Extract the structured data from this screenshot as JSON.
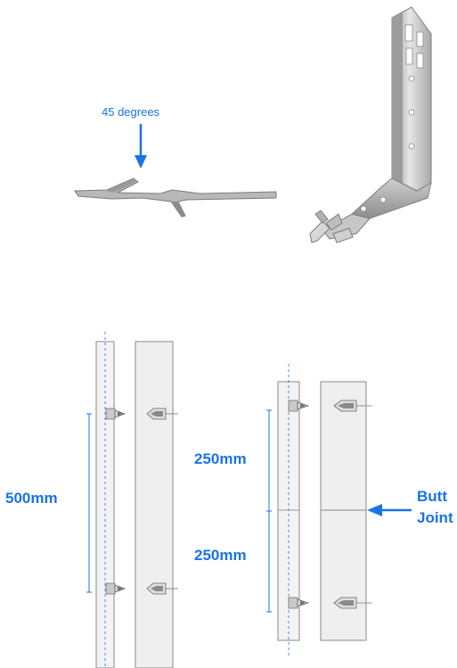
{
  "annotations": {
    "angle_label": "45 degrees",
    "left_spacing_label": "500mm",
    "upper_spacing_label": "250mm",
    "lower_spacing_label": "250mm",
    "joint_label_line1": "Butt",
    "joint_label_line2": "Joint"
  },
  "colors": {
    "accent": "#1a73e8",
    "panel_fill": "#efefef",
    "panel_stroke": "#8a8a8a",
    "metal_light": "#d8d8d8",
    "metal_dark": "#8e8e8e"
  }
}
